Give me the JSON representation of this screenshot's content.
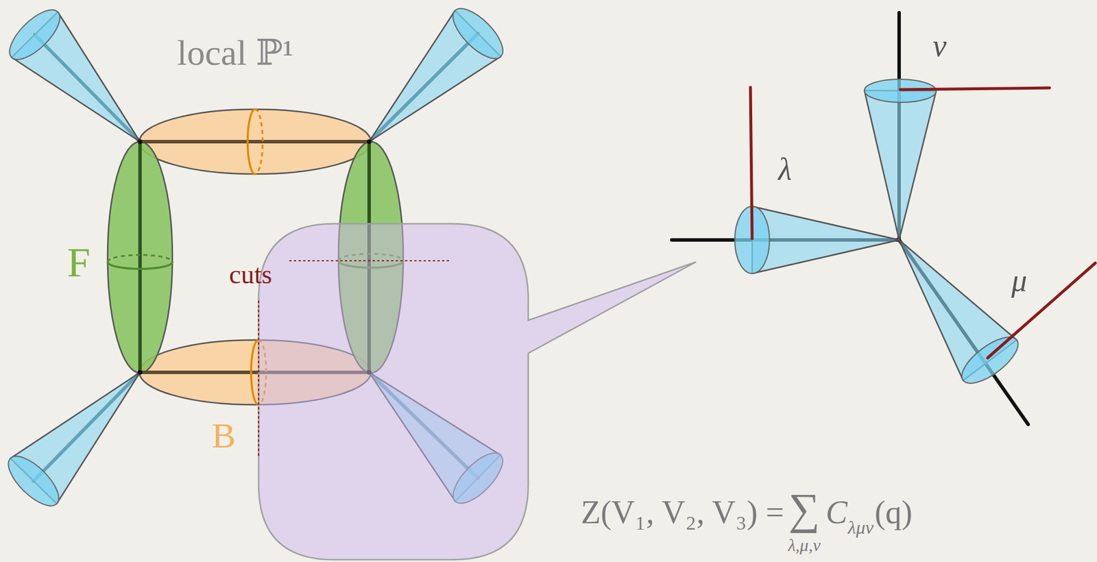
{
  "diagram": {
    "labels": [
      "local ℙ¹",
      "F",
      "cuts",
      "B",
      "ν",
      "λ",
      "μ",
      "Z(V₁, V₂, V₃) =",
      "∑",
      "C",
      "λμν",
      "(q)",
      "λ,μ,ν"
    ]
  }
}
